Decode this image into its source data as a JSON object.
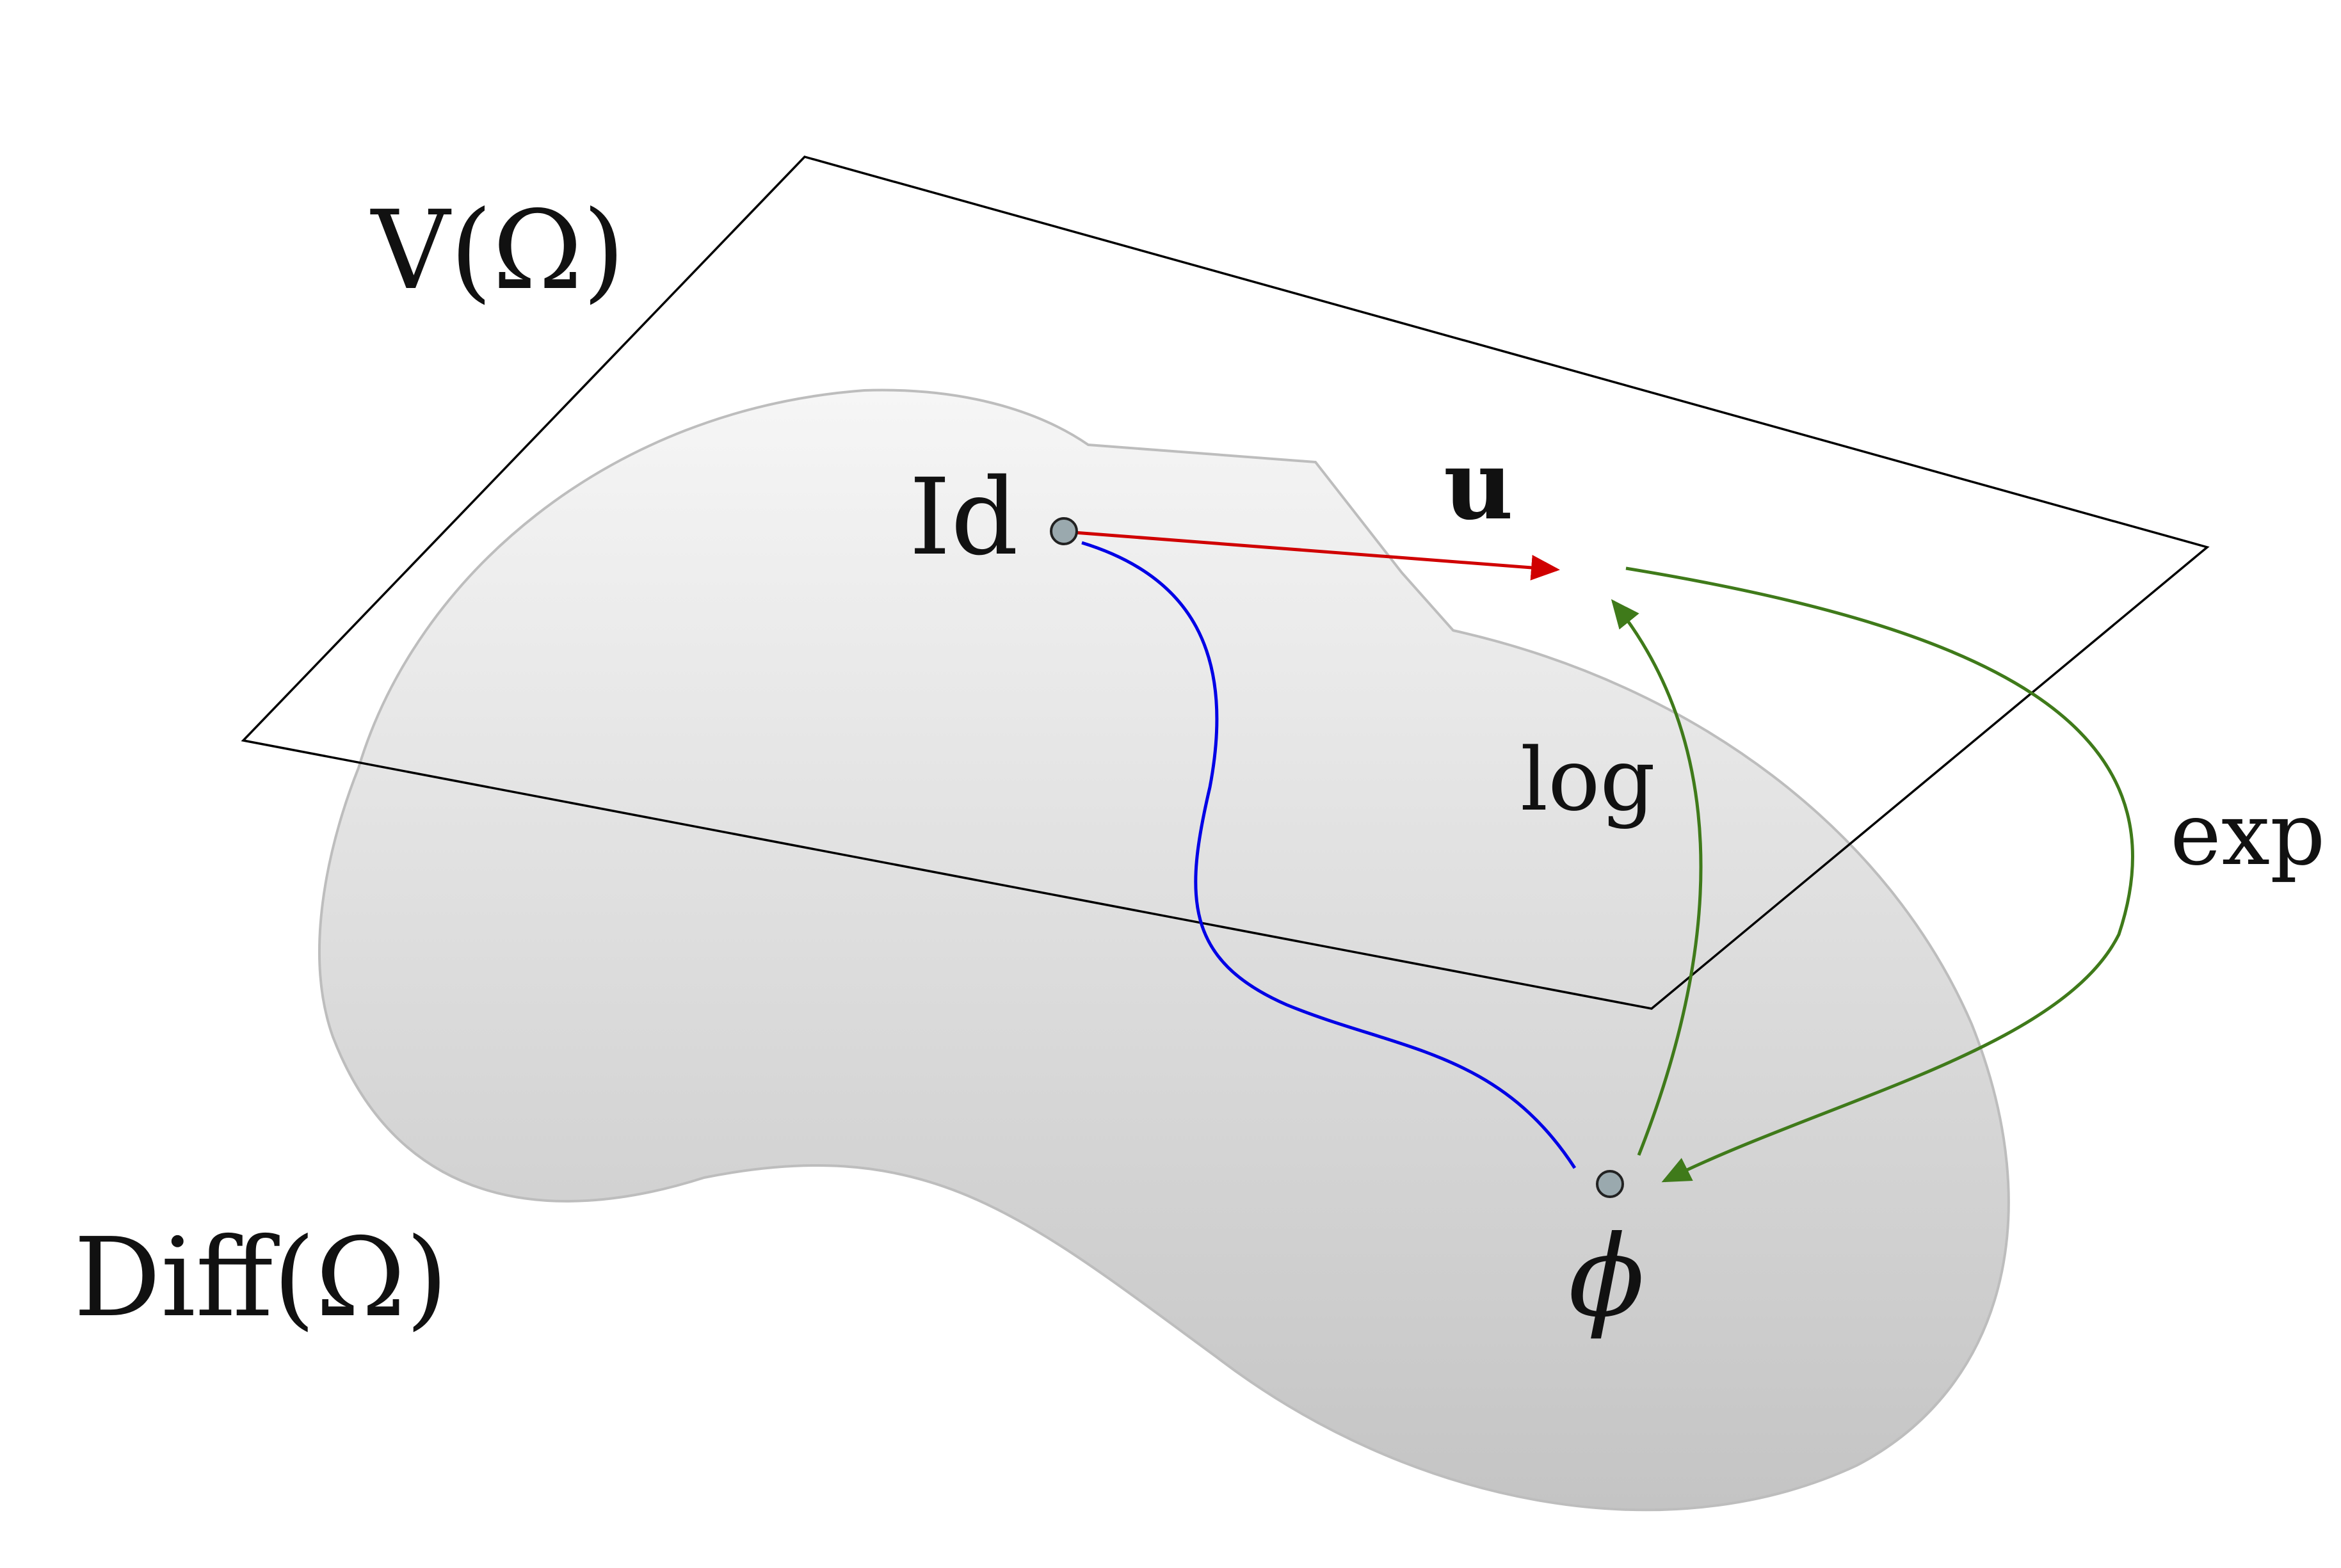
{
  "labels": {
    "tangent_space": "V(Ω)",
    "manifold": "Diff(Ω)",
    "identity": "Id",
    "vector": "u",
    "log_map": "log",
    "exp_map": "exp",
    "diffeomorphism": "ϕ"
  },
  "colors": {
    "manifold_fill_top": "#f6f6f6",
    "manifold_fill_bottom": "#c4c4c4",
    "manifold_edge": "#bdbdbd",
    "plane_stroke": "#000000",
    "vector_arrow": "#d00000",
    "geodesic": "#0000e6",
    "log_exp_arrows": "#3f7a1a",
    "point_fill": "#9aa9ae",
    "point_stroke": "#222222"
  }
}
